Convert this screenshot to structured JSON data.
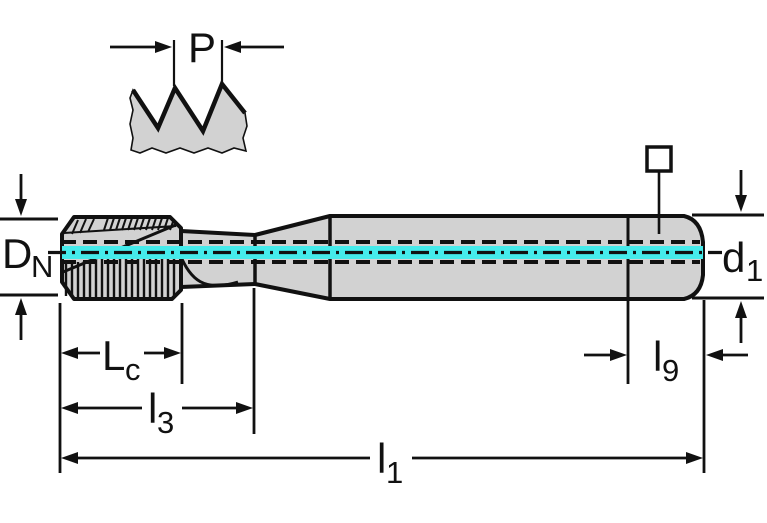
{
  "drawing": {
    "description": "Technical dimension drawing of a machine thread tap (side view) with thread-pitch detail, cyan centerline and dimension callouts"
  },
  "colors": {
    "background": "#ffffff",
    "tool_fill": "#d2d2d2",
    "outline": "#111111",
    "centerline_cyan": "#45ebeb"
  },
  "dimension_labels": {
    "p": {
      "base": "P",
      "sub": ""
    },
    "dn": {
      "base": "D",
      "sub": "N"
    },
    "d1": {
      "base": "d",
      "sub": "1"
    },
    "lc": {
      "base": "L",
      "sub": "c"
    },
    "l3": {
      "base": "l",
      "sub": "3"
    },
    "l1": {
      "base": "l",
      "sub": "1"
    },
    "l9": {
      "base": "l",
      "sub": "9"
    }
  },
  "symbols": {
    "square_drive_icon": "square-outline"
  }
}
